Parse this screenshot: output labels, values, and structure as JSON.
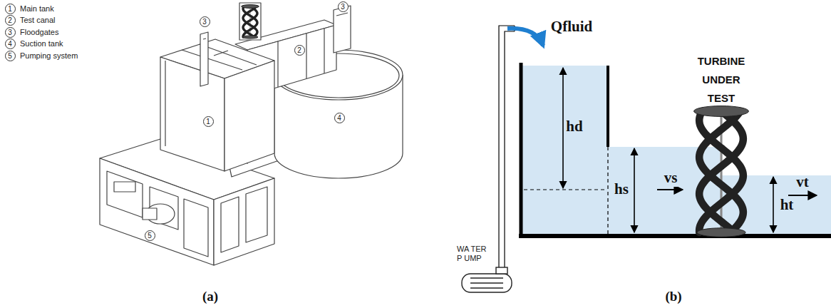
{
  "diagram": {
    "nodes": [
      {
        "text": [
          "WA TER P UMP"
        ]
      }
    ],
    "labels": [
      "1",
      "2",
      "3",
      "4",
      "5",
      "1",
      "2",
      "3",
      "3",
      "4",
      "5",
      "(a)",
      "Qfluid",
      "hd",
      "hs",
      "vs",
      "TURBINE UNDER TEST",
      "ht",
      "vt",
      "(b)"
    ],
    "legend": [
      {
        "text": "Main tank"
      },
      {
        "text": "Test canal"
      },
      {
        "text": "Floodgates"
      },
      {
        "text": "Suction tank"
      },
      {
        "text": "Pumping system"
      }
    ]
  }
}
